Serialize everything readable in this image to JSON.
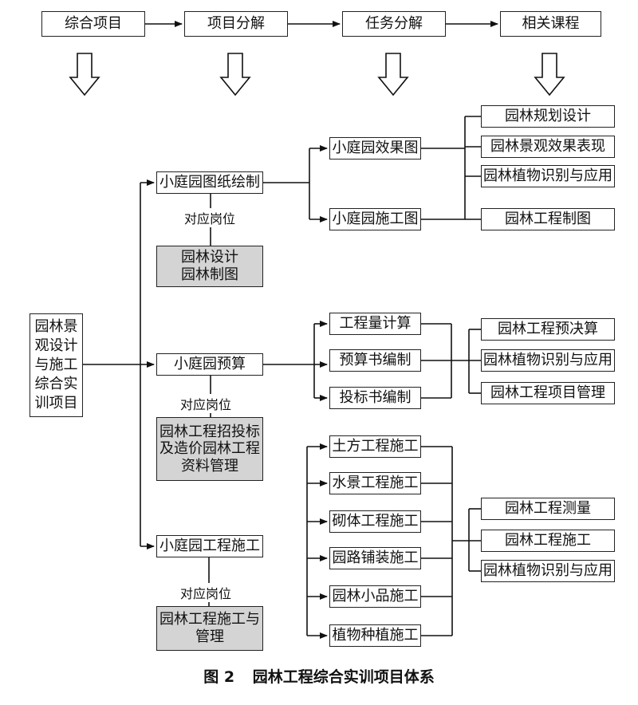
{
  "header": [
    "综合项目",
    "项目分解",
    "任务分解",
    "相关课程"
  ],
  "root": [
    "园林景",
    "观设计",
    "与施工",
    "综合实",
    "训项目"
  ],
  "post_label": "对应岗位",
  "branches": [
    {
      "name": "小庭园图纸绘制",
      "posts": [
        "园林设计",
        "园林制图"
      ],
      "tasks": [
        "小庭园效果图",
        "小庭园施工图"
      ],
      "courses": [
        "园林规划设计",
        "园林景观效果表现",
        "园林植物识别与应用",
        "园林工程制图"
      ]
    },
    {
      "name": "小庭园预算",
      "posts": [
        "园林工程招投标",
        "及造价园林工程",
        "资料管理"
      ],
      "tasks": [
        "工程量计算",
        "预算书编制",
        "投标书编制"
      ],
      "courses": [
        "园林工程预决算",
        "园林植物识别与应用",
        "园林工程项目管理"
      ]
    },
    {
      "name": "小庭园工程施工",
      "posts": [
        "园林工程施工与",
        "管理"
      ],
      "tasks": [
        "土方工程施工",
        "水景工程施工",
        "砌体工程施工",
        "园路铺装施工",
        "园林小品施工",
        "植物种植施工"
      ],
      "courses": [
        "园林工程测量",
        "园林工程施工",
        "园林植物识别与应用"
      ]
    }
  ],
  "caption": {
    "number": "图 2",
    "title": "园林工程综合实训项目体系"
  }
}
